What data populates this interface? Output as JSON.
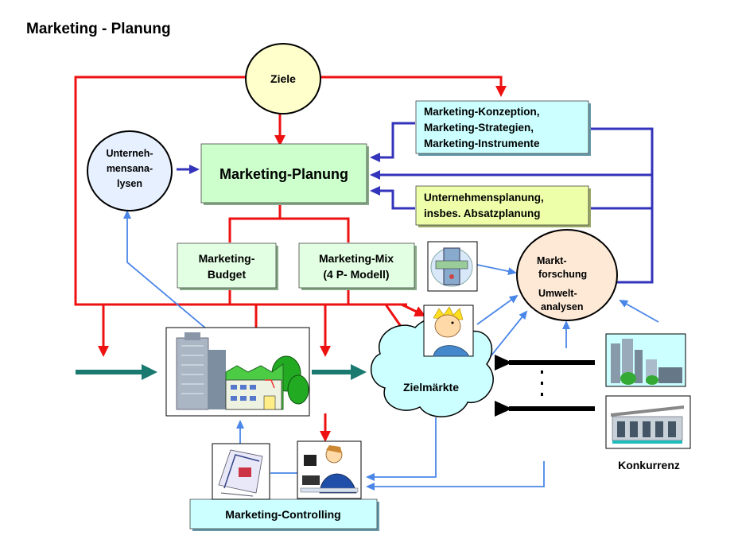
{
  "title": "Marketing - Planung",
  "nodes": {
    "ziele": "Ziele",
    "unternehmensanalysen": [
      "Unterneh-",
      "mensana-",
      "lysen"
    ],
    "marketing_planung": "Marketing-Planung",
    "konzeption": [
      "Marketing-Konzeption,",
      "Marketing-Strategien,",
      "Marketing-Instrumente"
    ],
    "unternehmensplanung": [
      "Unternehmensplanung,",
      "insbes. Absatzplanung"
    ],
    "budget": [
      "Marketing-",
      "Budget"
    ],
    "mix": [
      "Marketing-Mix",
      "(4 P- Modell)"
    ],
    "marktforschung": [
      "Markt-",
      "forschung",
      "Umwelt-",
      "analysen"
    ],
    "zielmaerkte": "Zielmärkte",
    "konkurrenz": "Konkurrenz",
    "controlling": "Marketing-Controlling",
    "dots": "·\n·\n·"
  },
  "colors": {
    "red_arrow": "#ee1111",
    "blue_arrow": "#3333bb",
    "light_blue_arrow": "#4a86e8",
    "teal_arrow": "#1a7a70",
    "black_arrow": "#000000",
    "planung_fill": "#ccffcc",
    "konzeption_fill": "#ccffff",
    "unternehmensplanung_fill": "#eeffaa",
    "budget_fill": "#e3ffe3",
    "marktforschung_fill": "#fde9d6",
    "ziele_fill": "#ffffcc",
    "analysen_fill": "#e6f0ff",
    "zielmaerkte_fill": "#ccffff",
    "controlling_fill": "#ccffff"
  },
  "icons": [
    "company-buildings-icon",
    "business-person-icon",
    "research-device-icon",
    "newspaper-icon",
    "worker-at-desk-icon",
    "city-skyline-icon",
    "store-building-icon"
  ]
}
